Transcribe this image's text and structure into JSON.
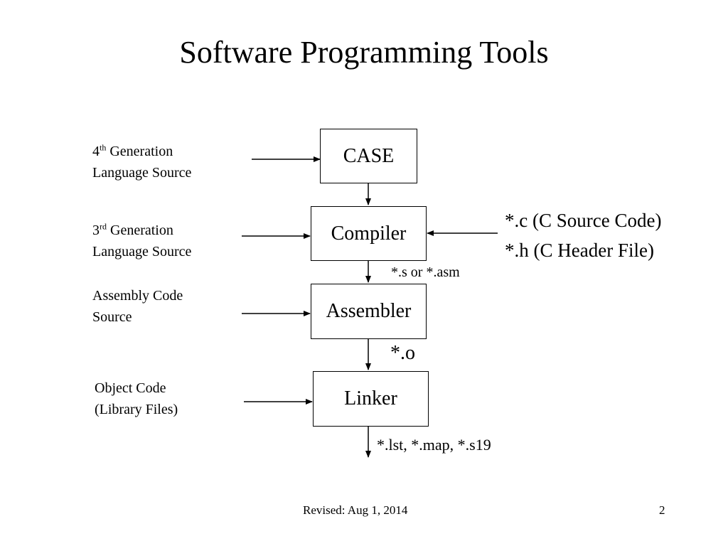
{
  "slide": {
    "title": "Software Programming Tools",
    "footer_text": "Revised: Aug 1, 2014",
    "page_number": "2"
  },
  "boxes": {
    "case": "CASE",
    "compiler": "Compiler",
    "assembler": "Assembler",
    "linker": "Linker"
  },
  "inputs": {
    "gen4_num": "4",
    "gen4_sup": "th",
    "gen4_rest": " Generation",
    "gen4_line2": "Language Source",
    "gen3_num": "3",
    "gen3_sup": "rd",
    "gen3_rest": " Generation",
    "gen3_line2": "Language Source",
    "asm_line1": "Assembly Code",
    "asm_line2": "Source",
    "obj_line1": "Object Code",
    "obj_line2": "(Library Files)",
    "c_source": "*.c (C Source Code)",
    "h_header": "*.h (C Header File)"
  },
  "outputs": {
    "compiler_out": "*.s or *.asm",
    "assembler_out": "*.o",
    "linker_out": "*.lst, *.map, *.s19"
  }
}
